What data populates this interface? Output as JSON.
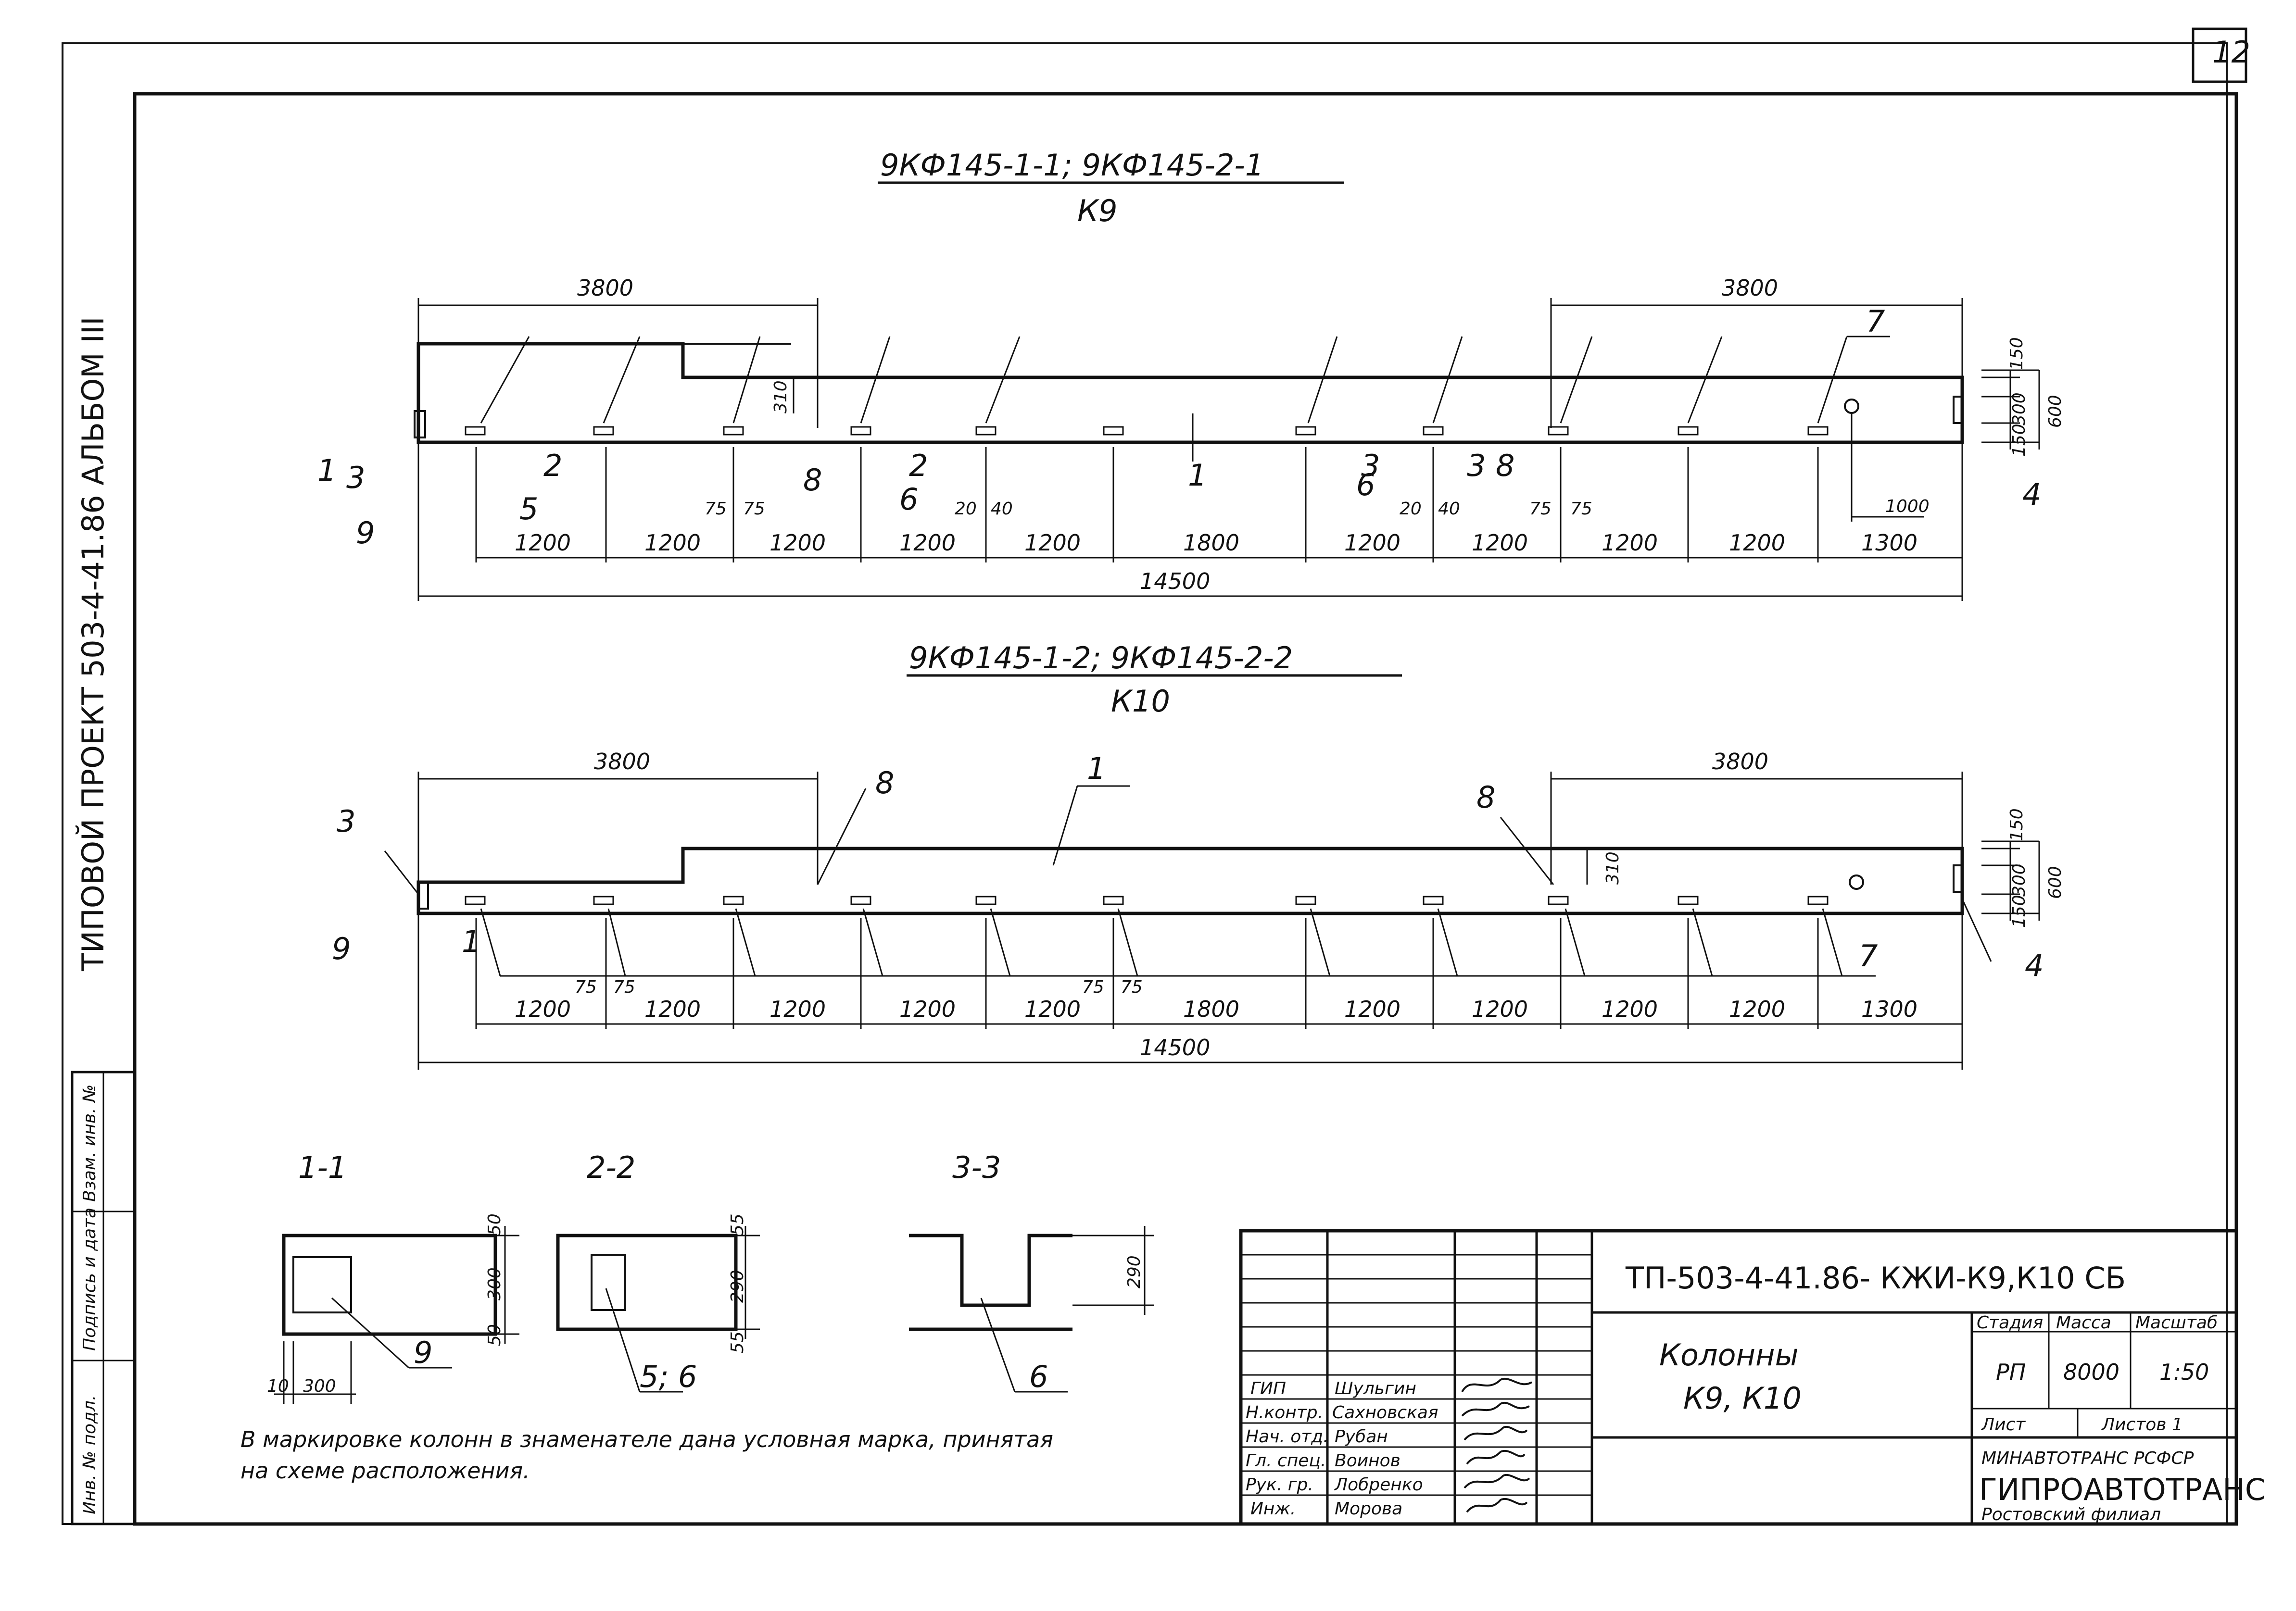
{
  "page_number": "12",
  "side_title": "ТИПОВОЙ ПРОЕКТ 503-4-41.86 АЛЬБОМ III",
  "side_table": {
    "cells": [
      "Инв. № подл.",
      "Подпись и дата",
      "Взам. инв. №"
    ]
  },
  "view_k9": {
    "title": "9КФ145-1-1; 9КФ145-2-1",
    "subtitle": "К9",
    "dim_3800_left": "3800",
    "dim_3800_right": "3800",
    "dim_150": "150",
    "dim_300": "300",
    "dim_150b": "150",
    "dim_600": "600",
    "dim_310": "310",
    "dim_75a": "75",
    "dim_75b": "75",
    "dim_20": "20",
    "dim_40": "40",
    "dim_20b": "20",
    "dim_40b": "40",
    "dim_75c": "75",
    "dim_75d": "75",
    "dim_1000": "1000",
    "segments": [
      "1200",
      "1200",
      "1200",
      "1200",
      "1200",
      "1800",
      "1200",
      "1200",
      "1200",
      "1200",
      "1300"
    ],
    "total": "14500",
    "callouts": [
      "1",
      "3",
      "2",
      "2",
      "3",
      "3",
      "5",
      "6",
      "6",
      "7",
      "8",
      "8",
      "9",
      "1",
      "4"
    ]
  },
  "view_k10": {
    "title": "9КФ145-1-2; 9КФ145-2-2",
    "subtitle": "К10",
    "dim_3800_left": "3800",
    "dim_3800_right": "3800",
    "dim_150": "150",
    "dim_300": "300",
    "dim_150b": "150",
    "dim_600": "600",
    "dim_310": "310",
    "dim_75a": "75",
    "dim_75b": "75",
    "dim_75c": "75",
    "dim_75d": "75",
    "segments": [
      "1200",
      "1200",
      "1200",
      "1200",
      "1200",
      "1800",
      "1200",
      "1200",
      "1200",
      "1200",
      "1300"
    ],
    "total": "14500",
    "callouts": [
      "1",
      "3",
      "8",
      "8",
      "9",
      "1",
      "7",
      "4"
    ]
  },
  "sections": [
    {
      "title": "1-1",
      "dims": [
        "50",
        "300",
        "50",
        "10",
        "300"
      ],
      "callout": "9"
    },
    {
      "title": "2-2",
      "dims": [
        "55",
        "290",
        "55"
      ],
      "callout": "5; 6"
    },
    {
      "title": "3-3",
      "dims": [
        "290"
      ],
      "callout": "6"
    }
  ],
  "note": {
    "line1": "В маркировке колонн в знаменателе дана условная марка, принятая",
    "line2": "на схеме расположения."
  },
  "title_block": {
    "code": "ТП-503-4-41.86- КЖИ-К9,К10 СБ",
    "name_line1": "Колонны",
    "name_line2": "К9, К10",
    "roles": [
      {
        "role": "ГИП",
        "name": "Шульгин"
      },
      {
        "role": "Н.контр.",
        "name": "Сахновская"
      },
      {
        "role": "Нач. отд.",
        "name": "Рубан"
      },
      {
        "role": "Гл. спец.",
        "name": "Воинов"
      },
      {
        "role": "Рук. гр.",
        "name": "Лобренко"
      },
      {
        "role": "Инж.",
        "name": "Морова"
      }
    ],
    "stage_label": "Стадия",
    "mass_label": "Масса",
    "scale_label": "Масштаб",
    "stage_value": "РП",
    "mass_value": "8000",
    "scale_value": "1:50",
    "sheet_label": "Лист",
    "sheets_label": "Листов 1",
    "org_line1": "МИНАВТОТРАНС РСФСР",
    "org_line2": "ГИПРОАВТОТРАНС",
    "org_line3": "Ростовский филиал"
  }
}
